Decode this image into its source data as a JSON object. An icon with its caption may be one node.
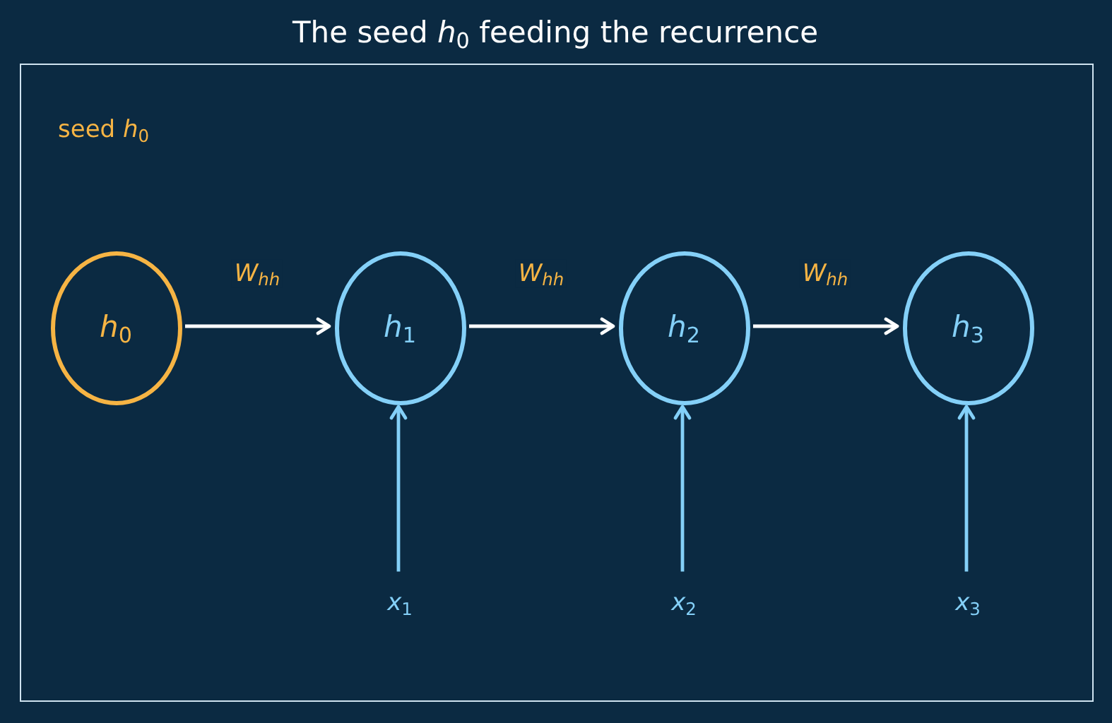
{
  "diagram": {
    "title": "The seed *h*$_{0}$ feeding the recurrence",
    "nodes": [
      {
        "text": [
          "seed *h*$_{0}$"
        ]
      },
      {
        "text": [
          "*h*$_{0}$"
        ],
        "in": 0
      },
      {
        "text": [
          "*h*$_{1}$"
        ],
        "in": 0
      },
      {
        "text": [
          "*h*$_{2}$"
        ],
        "in": 0
      },
      {
        "text": [
          "*h*$_{3}$"
        ],
        "in": 0
      },
      {
        "text": [
          "*x*$_{1}$"
        ],
        "in": 0
      },
      {
        "text": [
          "*x*$_{2}$"
        ],
        "in": 0
      },
      {
        "text": [
          "*x*$_{3}$"
        ],
        "in": 0
      }
    ],
    "edges": [
      {
        "from": 1,
        "to": 2,
        "arrow": "to",
        "label": "W$_{hh}$"
      },
      {
        "from": 2,
        "to": 3,
        "arrow": "to",
        "label": "W$_{hh}$"
      },
      {
        "from": 3,
        "to": 4,
        "arrow": "to",
        "label": "W$_{hh}$"
      },
      {
        "from": 5,
        "to": 2,
        "arrow": "to",
        "color": "#84d0f8"
      },
      {
        "from": 6,
        "to": 3,
        "arrow": "to",
        "color": "#84d0f8"
      },
      {
        "from": 7,
        "to": 4,
        "arrow": "to",
        "color": "#84d0f8"
      }
    ]
  }
}
